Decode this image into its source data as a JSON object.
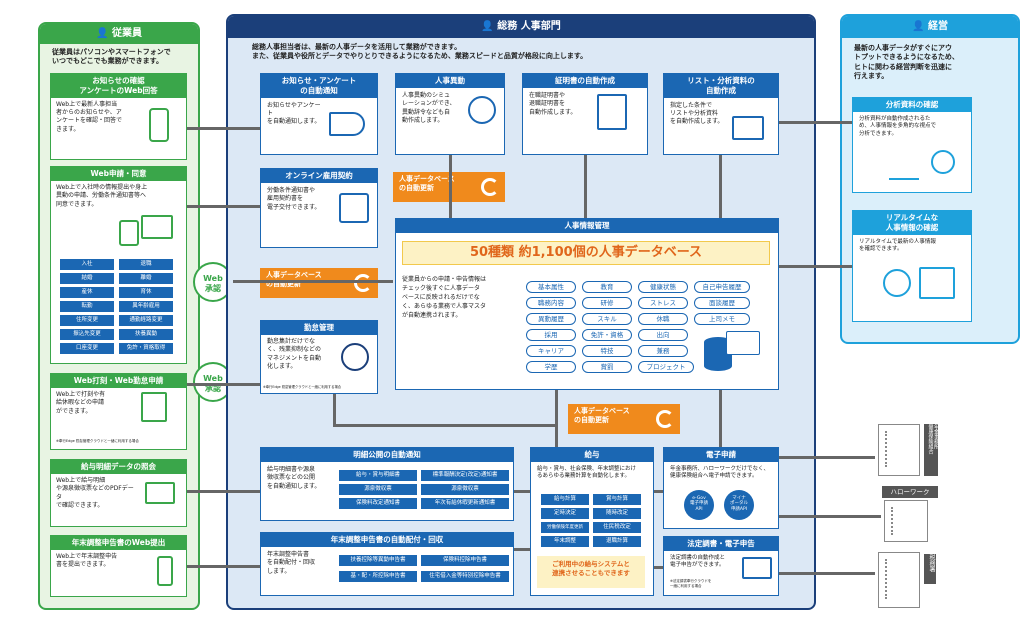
{
  "employees": {
    "title": "従業員",
    "intro": "従業員はパソコンやスマートフォンで\nいつでもどこでも業務ができます。",
    "boxes": [
      {
        "title": "お知らせの確認\nアンケートのWeb回答",
        "desc": "Web上で最新人事担当\n者からのお知らせや、ア\nンケートを確認・回答で\nきます。"
      },
      {
        "title": "Web申請・同意",
        "desc": "Web上で入社時の情報提出や身上\n異動の申請、労働条件通知書等へ\n同意できます。",
        "chips": [
          "入社",
          "退職",
          "結婚",
          "離婚",
          "産休",
          "育休",
          "転勤",
          "異年齢雇用",
          "住所変更",
          "通勤経路変更",
          "振込先変更",
          "扶養異動",
          "口座変更",
          "免許・資格取得"
        ]
      },
      {
        "title": "Web打刻・Web勤怠申請",
        "desc": "Web上で打刻や有\n給休暇などの申請\nができます。",
        "note": "※奉行Edge 勤怠管理クラウドと一緒に利用する場合"
      },
      {
        "title": "給与明細データの照会",
        "desc": "Web上で給与明細\nや源泉徴収票などのPDFデータ\nで確認できます。"
      },
      {
        "title": "年末調整申告書のWeb提出",
        "desc": "Web上で年末調整申告\n書を提出できます。"
      }
    ]
  },
  "web_label": "Web\n承認",
  "hr": {
    "title": "総務 人事部門",
    "intro": "総務人事担当者は、最新の人事データを活用して業務ができます。\nまた、従業員や役所とデータでやりとりできるようになるため、業務スピードと品質が格段に向上します。",
    "notice": {
      "title": "お知らせ・アンケート\nの自動通知",
      "desc": "お知らせやアンケート\nを自動通知します。"
    },
    "transfer": {
      "title": "人事異動",
      "desc": "人事異動のシミュ\nレーションができ、\n異動辞令なども自\n動作成します。"
    },
    "cert": {
      "title": "証明書の自動作成",
      "desc": "在職証明書や\n退職証明書を\n自動作成します。"
    },
    "list": {
      "title": "リスト・分析資料の\n自動作成",
      "desc": "指定した条件で\nリストや分析資料\nを自動作成します。"
    },
    "contract": {
      "title": "オンライン雇用契約",
      "desc": "労働条件通知書や\n雇用契約書を\n電子交付できます。"
    },
    "auto_update": "人事データベース\nの自動更新",
    "master": {
      "title": "人事情報管理",
      "banner": "50種類  約1,100個の人事データベース",
      "desc": "従業員からの申請・申告情報は\nチェック後すぐに人事データ\nベースに反映されるだけでな\nく、あらゆる業務で人事マスタ\nが自動連携されます。",
      "items": [
        "基本属性",
        "教育",
        "健康状態",
        "自己申告履歴",
        "職務内容",
        "研修",
        "ストレス",
        "面談履歴",
        "異動履歴",
        "スキル",
        "休職",
        "上司メモ",
        "採用",
        "免許・資格",
        "出向",
        "キャリア",
        "特技",
        "兼務",
        "学歴",
        "賞罰",
        "プロジェクト"
      ]
    },
    "attendance": {
      "title": "勤怠管理",
      "desc": "勤怠集計だけでな\nく、残業抑制などの\nマネジメントを自動\n化します。",
      "note": "※奉行Edge 勤怠管理クラウドと一緒に利用する場合"
    },
    "payslip": {
      "title": "明細公開の自動通知",
      "desc": "給与明細書や源泉\n徴収票などの公開\nを自動通知します。",
      "chips": [
        "給与・賞与明細書",
        "標準報酬決定(改定)通知書",
        "源泉徴収票",
        "源泉徴収票",
        "保険料改定通知書",
        "年次有給休暇更新通知書"
      ]
    },
    "payroll": {
      "title": "給与",
      "desc": "給与・賞与、社会保険、年末調整におけ\nるあらゆる業務計算を自動化します。",
      "chips": [
        "給与計算",
        "賞与計算",
        "定時決定",
        "随時改定",
        "労働保険年度更新",
        "住民税改定",
        "年末調整",
        "退職計算"
      ],
      "note": "ご利用中の給与システムと\n連携させることもできます"
    },
    "egov": {
      "title": "電子申請",
      "desc": "年金事務所、ハローワークだけでなく、\n健康保険組合へ電子申請できます。",
      "badges": [
        "e-Gov\n電子申請\nAPI",
        "マイナ\nポータル\n申請API"
      ]
    },
    "yearend": {
      "title": "年末調整申告書の自動配付・回収",
      "desc": "年末調整申告書\nを自動配付・回収\nします。",
      "chips": [
        "扶養控除等異動申告書",
        "保険料控除申告書",
        "基・配・所控除申告書",
        "住宅借入金等特別控除申告書"
      ]
    },
    "legal": {
      "title": "法定調書・電子申告",
      "desc": "法定調書の自動作成と\n電子申告ができます。",
      "note": "※法定調書奉行クラウドを\n一緒に利用する場合"
    }
  },
  "mgmt": {
    "title": "経営",
    "intro": "最新の人事データがすぐにアウ\nトプットできるようになるため、\nヒトに関わる経営判断を迅速に\n行えます。",
    "analysis": {
      "title": "分析資料の確認",
      "desc": "分析資料が自動作成されるた\nめ、人事情報を多角的な視点で\n分析できます。"
    },
    "realtime": {
      "title": "リアルタイムな\n人事情報の確認",
      "desc": "リアルタイムで最新の人事情報\nを確認できます。"
    }
  },
  "offices": [
    "年金事務所\n健康保険組合",
    "ハローワーク",
    "税務署"
  ]
}
